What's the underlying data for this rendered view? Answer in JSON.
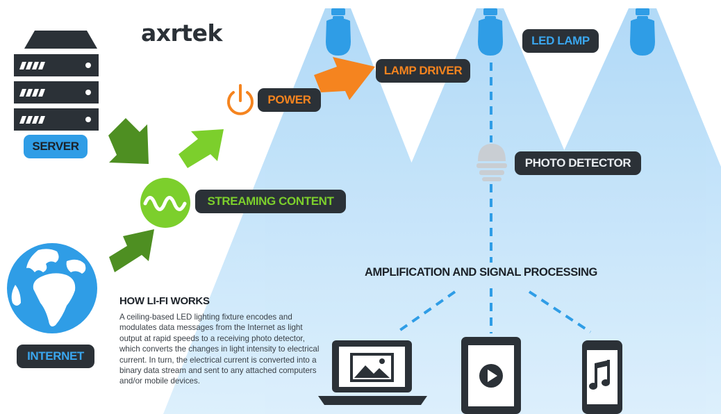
{
  "brand": {
    "logo_text": "axrtek"
  },
  "labels": {
    "server": "SERVER",
    "internet": "INTERNET",
    "power": "POWER",
    "lamp_driver": "LAMP DRIVER",
    "led_lamp": "LED LAMP",
    "photo_detector": "PHOTO DETECTOR",
    "streaming_content": "STREAMING CONTENT",
    "amplification": "AMPLIFICATION AND SIGNAL PROCESSING"
  },
  "how_it_works": {
    "title": "HOW LI-FI WORKS",
    "body": "A ceiling-based LED lighting fixture encodes and modulates data messages from the Internet as light output at rapid speeds to a receiving photo detector, which converts the changes in light intensity to electrical current. In turn, the electrical current is converted into a binary data stream and sent to any attached computers and/or mobile devices."
  },
  "colors": {
    "dark": "#2b3137",
    "blue": "#2f9de6",
    "orange": "#f5841f",
    "green": "#7ccf2c",
    "dark_green": "#4e8f22",
    "light_beam": "#bfe2fb",
    "grey": "#c9ced3"
  },
  "icons": [
    "server-icon",
    "globe-icon",
    "power-icon",
    "wave-icon",
    "bulb-icon",
    "photo-detector-icon",
    "laptop-icon",
    "tablet-icon",
    "phone-icon",
    "arrow-icon"
  ]
}
